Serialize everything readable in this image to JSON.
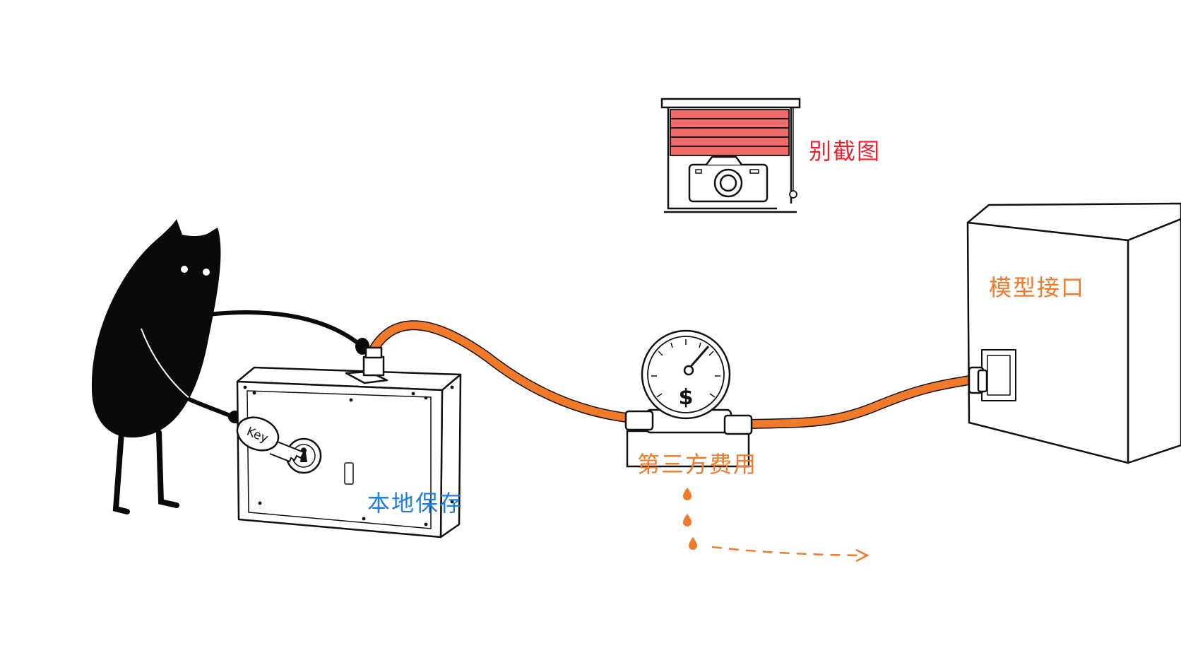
{
  "labels": {
    "no_screenshot": "别截图",
    "local_storage": "本地保存",
    "third_party_fee": "第三方费用",
    "model_api": "模型接口",
    "key": "Key",
    "dollar": "$"
  },
  "colors": {
    "background": "#ffffff",
    "ink": "#111111",
    "hose": "#f07a2a",
    "blind_red": "#f06a6a",
    "label_red": "#e8232f",
    "label_blue": "#1e7fe0",
    "label_orange": "#f07a2a"
  },
  "icons": [
    "cat-creature",
    "safe-box",
    "key-icon",
    "camera-icon",
    "window-blind",
    "pressure-gauge",
    "server-box",
    "orange-hose",
    "money-drip",
    "dashed-arrow"
  ]
}
